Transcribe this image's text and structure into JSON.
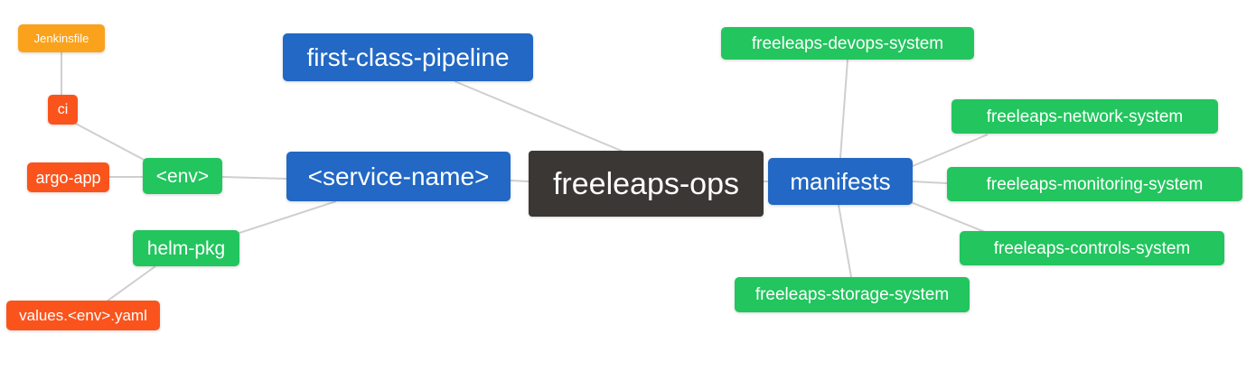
{
  "diagram": {
    "title": "freeleaps-ops repository structure mind map",
    "root": "freeleaps-ops",
    "palette": {
      "blue": "#2268c4",
      "green": "#22c55e",
      "red": "#fa541c",
      "orange": "#faa21b",
      "dark": "#3b3734",
      "edge": "#cfcfcf",
      "background": "#ffffff",
      "text": "#ffffff"
    },
    "nodes": {
      "jenkinsfile": {
        "label": "Jenkinsfile",
        "color": "orange"
      },
      "ci": {
        "label": "ci",
        "color": "red"
      },
      "argo_app": {
        "label": "argo-app",
        "color": "red"
      },
      "env": {
        "label": "<env>",
        "color": "green"
      },
      "helm_pkg": {
        "label": "helm-pkg",
        "color": "green"
      },
      "values_env_yaml": {
        "label": "values.<env>.yaml",
        "color": "red"
      },
      "first_class_pipeline": {
        "label": "first-class-pipeline",
        "color": "blue"
      },
      "service_name": {
        "label": "<service-name>",
        "color": "blue"
      },
      "freeleaps_ops": {
        "label": "freeleaps-ops",
        "color": "dark"
      },
      "manifests": {
        "label": "manifests",
        "color": "blue"
      },
      "devops_system": {
        "label": "freeleaps-devops-system",
        "color": "green"
      },
      "network_system": {
        "label": "freeleaps-network-system",
        "color": "green"
      },
      "monitoring_system": {
        "label": "freeleaps-monitoring-system",
        "color": "green"
      },
      "controls_system": {
        "label": "freeleaps-controls-system",
        "color": "green"
      },
      "storage_system": {
        "label": "freeleaps-storage-system",
        "color": "green"
      }
    },
    "edges": [
      {
        "from": "jenkinsfile",
        "to": "ci"
      },
      {
        "from": "ci",
        "to": "env"
      },
      {
        "from": "argo_app",
        "to": "env"
      },
      {
        "from": "env",
        "to": "service_name"
      },
      {
        "from": "service_name",
        "to": "helm_pkg"
      },
      {
        "from": "helm_pkg",
        "to": "values_env_yaml"
      },
      {
        "from": "first_class_pipeline",
        "to": "freeleaps_ops"
      },
      {
        "from": "service_name",
        "to": "freeleaps_ops"
      },
      {
        "from": "freeleaps_ops",
        "to": "manifests"
      },
      {
        "from": "manifests",
        "to": "devops_system"
      },
      {
        "from": "manifests",
        "to": "network_system"
      },
      {
        "from": "manifests",
        "to": "monitoring_system"
      },
      {
        "from": "manifests",
        "to": "controls_system"
      },
      {
        "from": "manifests",
        "to": "storage_system"
      }
    ]
  }
}
